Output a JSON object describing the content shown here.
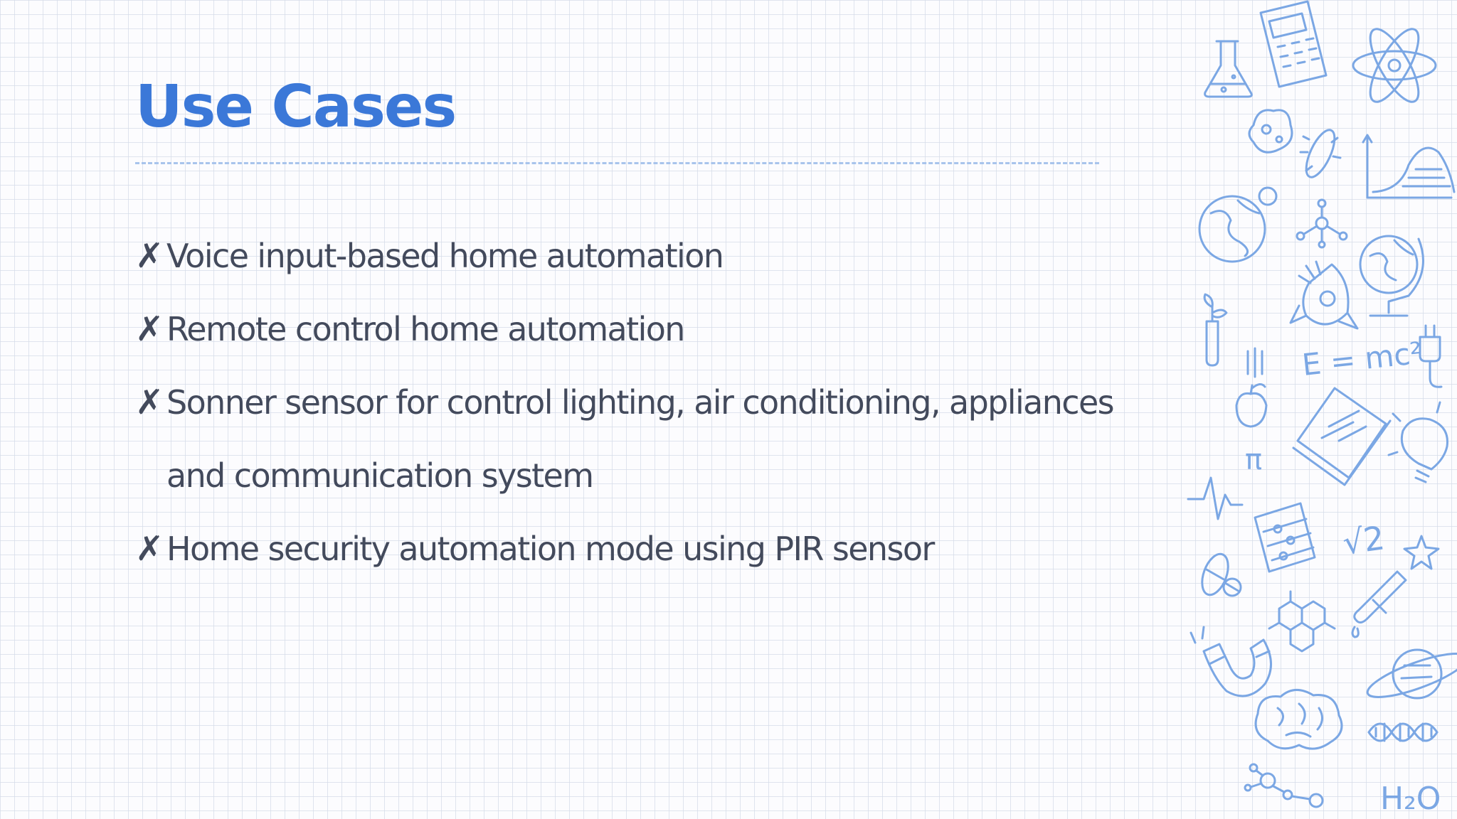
{
  "slide": {
    "title": "Use Cases",
    "bullet_marker": "✗",
    "bullets": [
      {
        "text": "Voice input-based home automation"
      },
      {
        "text": "Remote control home automation"
      },
      {
        "text": "Sonner sensor for control lighting, air conditioning, appliances",
        "continuation": "and communication system"
      },
      {
        "text": "Home security automation mode using PIR sensor"
      }
    ]
  },
  "decoration": {
    "doodle_texts": {
      "einstein": "E = mc²",
      "sqrt": "√2",
      "pi": "π",
      "water": "H₂O"
    },
    "icons": [
      "flask-icon",
      "calculator-icon",
      "atom-icon",
      "bacteria-icon",
      "graph-icon",
      "globe-icon",
      "molecule-icon",
      "rocket-icon",
      "plant-tube-icon",
      "apple-icon",
      "book-icon",
      "lightbulb-icon",
      "plug-icon",
      "heartbeat-icon",
      "abacus-icon",
      "star-icon",
      "pills-icon",
      "hexagon-icon",
      "test-tube-icon",
      "magnet-icon",
      "saturn-icon",
      "brain-icon",
      "dna-icon"
    ],
    "accent_color": "#3b78d8",
    "doodle_color": "#7ba7e4",
    "text_color": "#434a5c"
  }
}
